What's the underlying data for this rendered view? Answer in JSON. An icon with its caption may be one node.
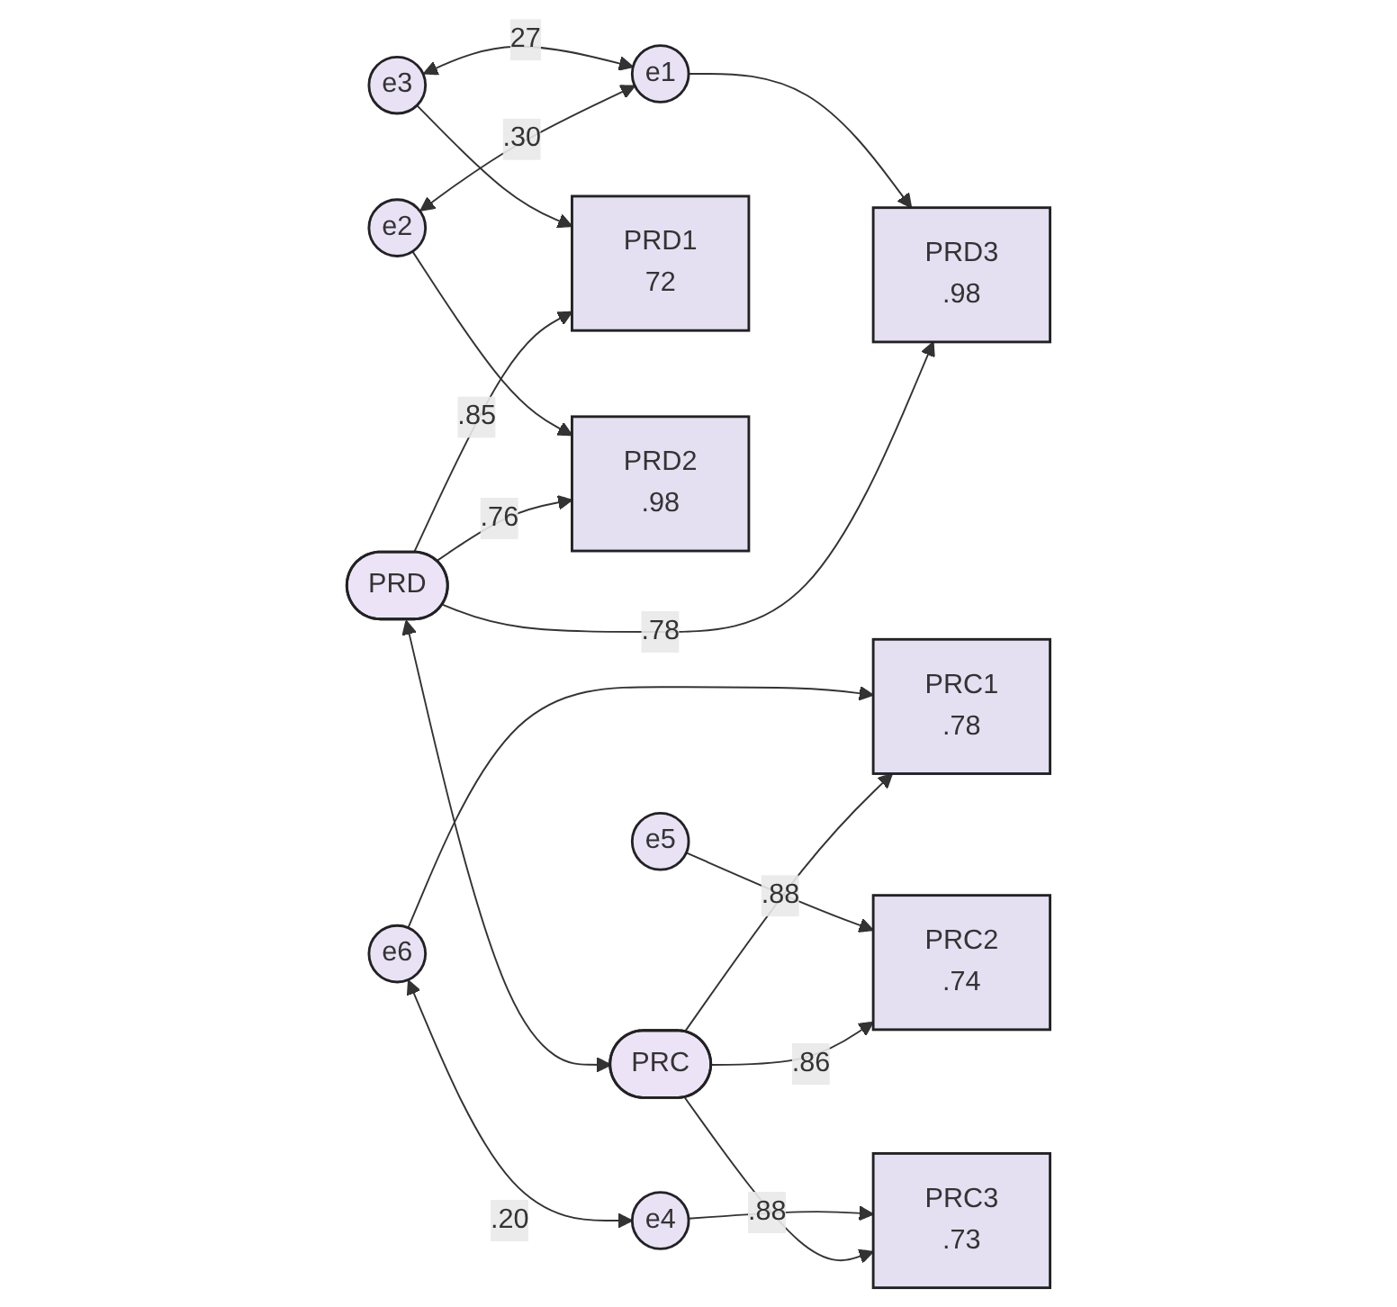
{
  "diagram": {
    "nodes": [
      {
        "text": [
          "e3"
        ]
      },
      {
        "text": [
          "e2"
        ]
      },
      {
        "text": [
          "e1"
        ]
      },
      {
        "text": [
          "PRD1",
          "72"
        ]
      },
      {
        "text": [
          "PRD2",
          ".98"
        ]
      },
      {
        "text": [
          "PRD3",
          ".98"
        ]
      },
      {
        "text": [
          "PRD"
        ]
      },
      {
        "text": [
          "e6"
        ]
      },
      {
        "text": [
          "e5"
        ]
      },
      {
        "text": [
          "e4"
        ]
      },
      {
        "text": [
          "PRC1",
          ".78"
        ]
      },
      {
        "text": [
          "PRC2",
          ".74"
        ]
      },
      {
        "text": [
          "PRC3",
          ".73"
        ]
      },
      {
        "text": [
          "PRC"
        ]
      }
    ],
    "edges": [
      {
        "from": 0,
        "to": 3,
        "arrow": "to"
      },
      {
        "from": 1,
        "to": 4,
        "arrow": "to"
      },
      {
        "from": 2,
        "to": 5,
        "arrow": "to"
      },
      {
        "from": 6,
        "to": 3,
        "arrow": "to",
        "label": ".85"
      },
      {
        "from": 6,
        "to": 4,
        "arrow": "to",
        "label": ".76"
      },
      {
        "from": 6,
        "to": 5,
        "arrow": "to",
        "label": ".78"
      },
      {
        "from": 0,
        "to": 2,
        "arrow": "both",
        "label": "27"
      },
      {
        "from": 1,
        "to": 2,
        "arrow": "both",
        "label": ".30"
      },
      {
        "from": 6,
        "to": 13,
        "arrow": "both"
      },
      {
        "from": 7,
        "to": 10,
        "arrow": "to"
      },
      {
        "from": 8,
        "to": 11,
        "arrow": "to"
      },
      {
        "from": 9,
        "to": 12,
        "arrow": "to"
      },
      {
        "from": 13,
        "to": 10,
        "arrow": "to",
        "label": ".88"
      },
      {
        "from": 13,
        "to": 11,
        "arrow": "to",
        "label": ".86"
      },
      {
        "from": 13,
        "to": 12,
        "arrow": "to",
        "label": ".88"
      },
      {
        "from": 7,
        "to": 9,
        "arrow": "both",
        "label": ".20"
      }
    ]
  }
}
